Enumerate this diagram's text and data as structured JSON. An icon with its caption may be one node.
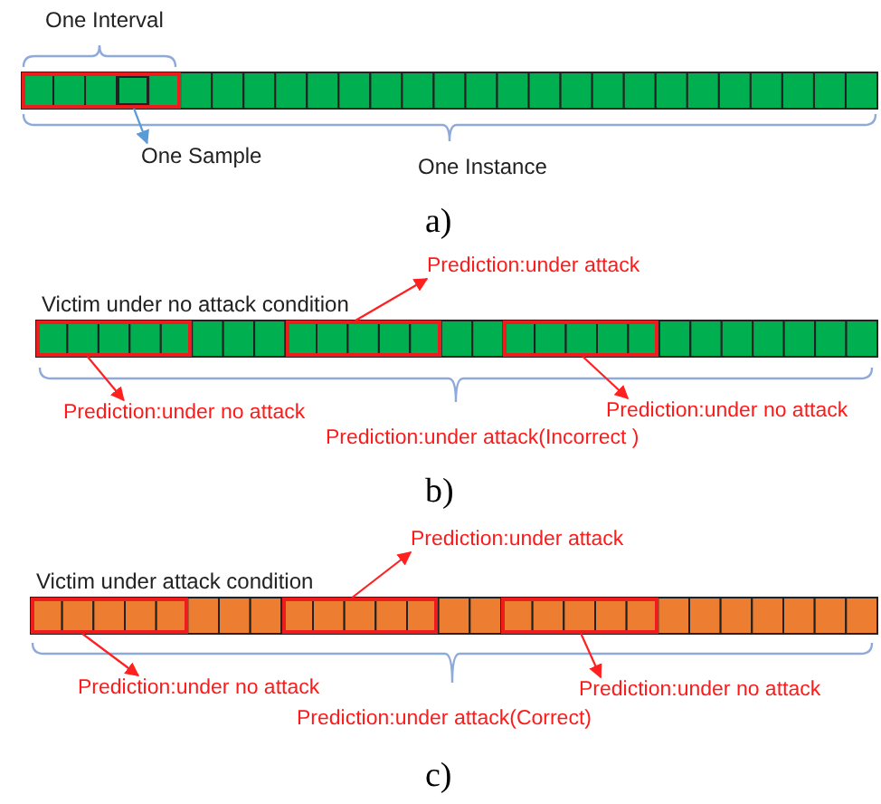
{
  "diagram": {
    "nodes": [
      {
        "text": [],
        "shape": "box"
      },
      {
        "text": [],
        "shape": "box",
        "in": 0
      },
      {
        "text": [
          "One Sample"
        ]
      },
      {
        "text": [
          "Prediction:under attack"
        ]
      },
      {
        "text": [],
        "shape": "box"
      },
      {
        "text": [],
        "shape": "box"
      },
      {
        "text": [],
        "shape": "box"
      },
      {
        "text": [
          "Prediction:under no attack"
        ]
      },
      {
        "text": [
          "Prediction:under no attack"
        ]
      },
      {
        "text": [
          "Prediction:under attack"
        ]
      },
      {
        "text": [],
        "shape": "box"
      },
      {
        "text": [],
        "shape": "box"
      },
      {
        "text": [],
        "shape": "box"
      },
      {
        "text": [
          "Prediction:under no attack"
        ]
      },
      {
        "text": [
          "Prediction:under no attack"
        ]
      }
    ],
    "edges": [
      {
        "from": 1,
        "to": 2,
        "arrow": "to",
        "color": "#5b9bd5"
      },
      {
        "from": 5,
        "to": 3,
        "arrow": "to"
      },
      {
        "from": 4,
        "to": 7,
        "arrow": "to"
      },
      {
        "from": 6,
        "to": 8,
        "arrow": "to"
      },
      {
        "from": 11,
        "to": 9,
        "arrow": "to"
      },
      {
        "from": 10,
        "to": 13,
        "arrow": "to"
      },
      {
        "from": 12,
        "to": 14,
        "arrow": "to"
      }
    ],
    "labels": [
      "One Interval",
      "One Instance",
      "a)",
      "Victim under no attack condition",
      "Prediction:under attack(Incorrect )",
      "b)",
      "Victim under attack condition",
      "Prediction:under attack(Correct)",
      "c)"
    ]
  }
}
